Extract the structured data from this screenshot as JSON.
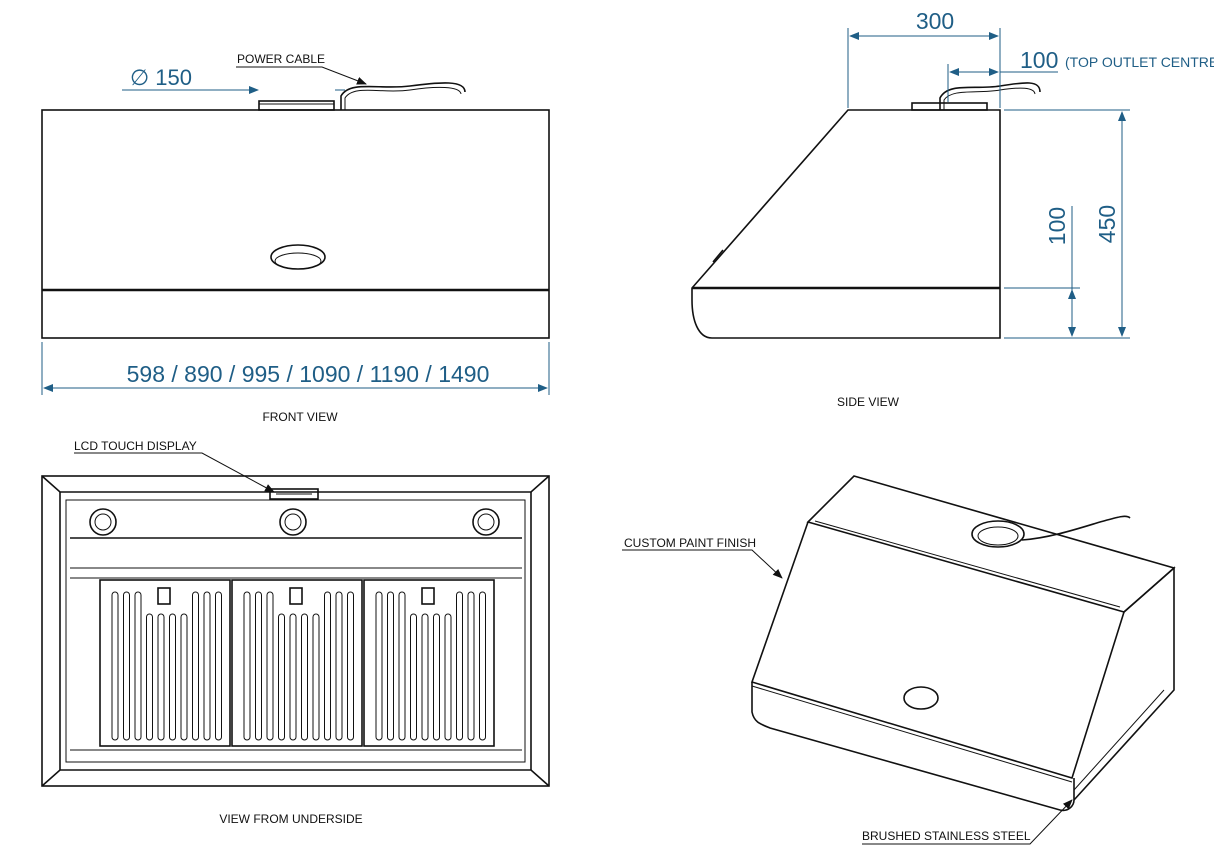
{
  "front_view": {
    "caption": "FRONT VIEW",
    "power_cable_label": "POWER CABLE",
    "outlet_diameter": "∅ 150",
    "widths": "598 / 890 / 995 / 1090 / 1190 / 1490"
  },
  "side_view": {
    "caption": "SIDE VIEW",
    "depth": "300",
    "outlet_offset": "100",
    "outlet_note": "(TOP OUTLET CENTRE)",
    "front_height": "100",
    "total_height": "450"
  },
  "underside_view": {
    "caption": "VIEW FROM UNDERSIDE",
    "display_label": "LCD  TOUCH  DISPLAY"
  },
  "iso_view": {
    "paint_label": "CUSTOM PAINT FINISH",
    "steel_label": "BRUSHED STAINLESS STEEL"
  },
  "colors": {
    "dimension": "#1f5e86",
    "line": "#111111"
  }
}
